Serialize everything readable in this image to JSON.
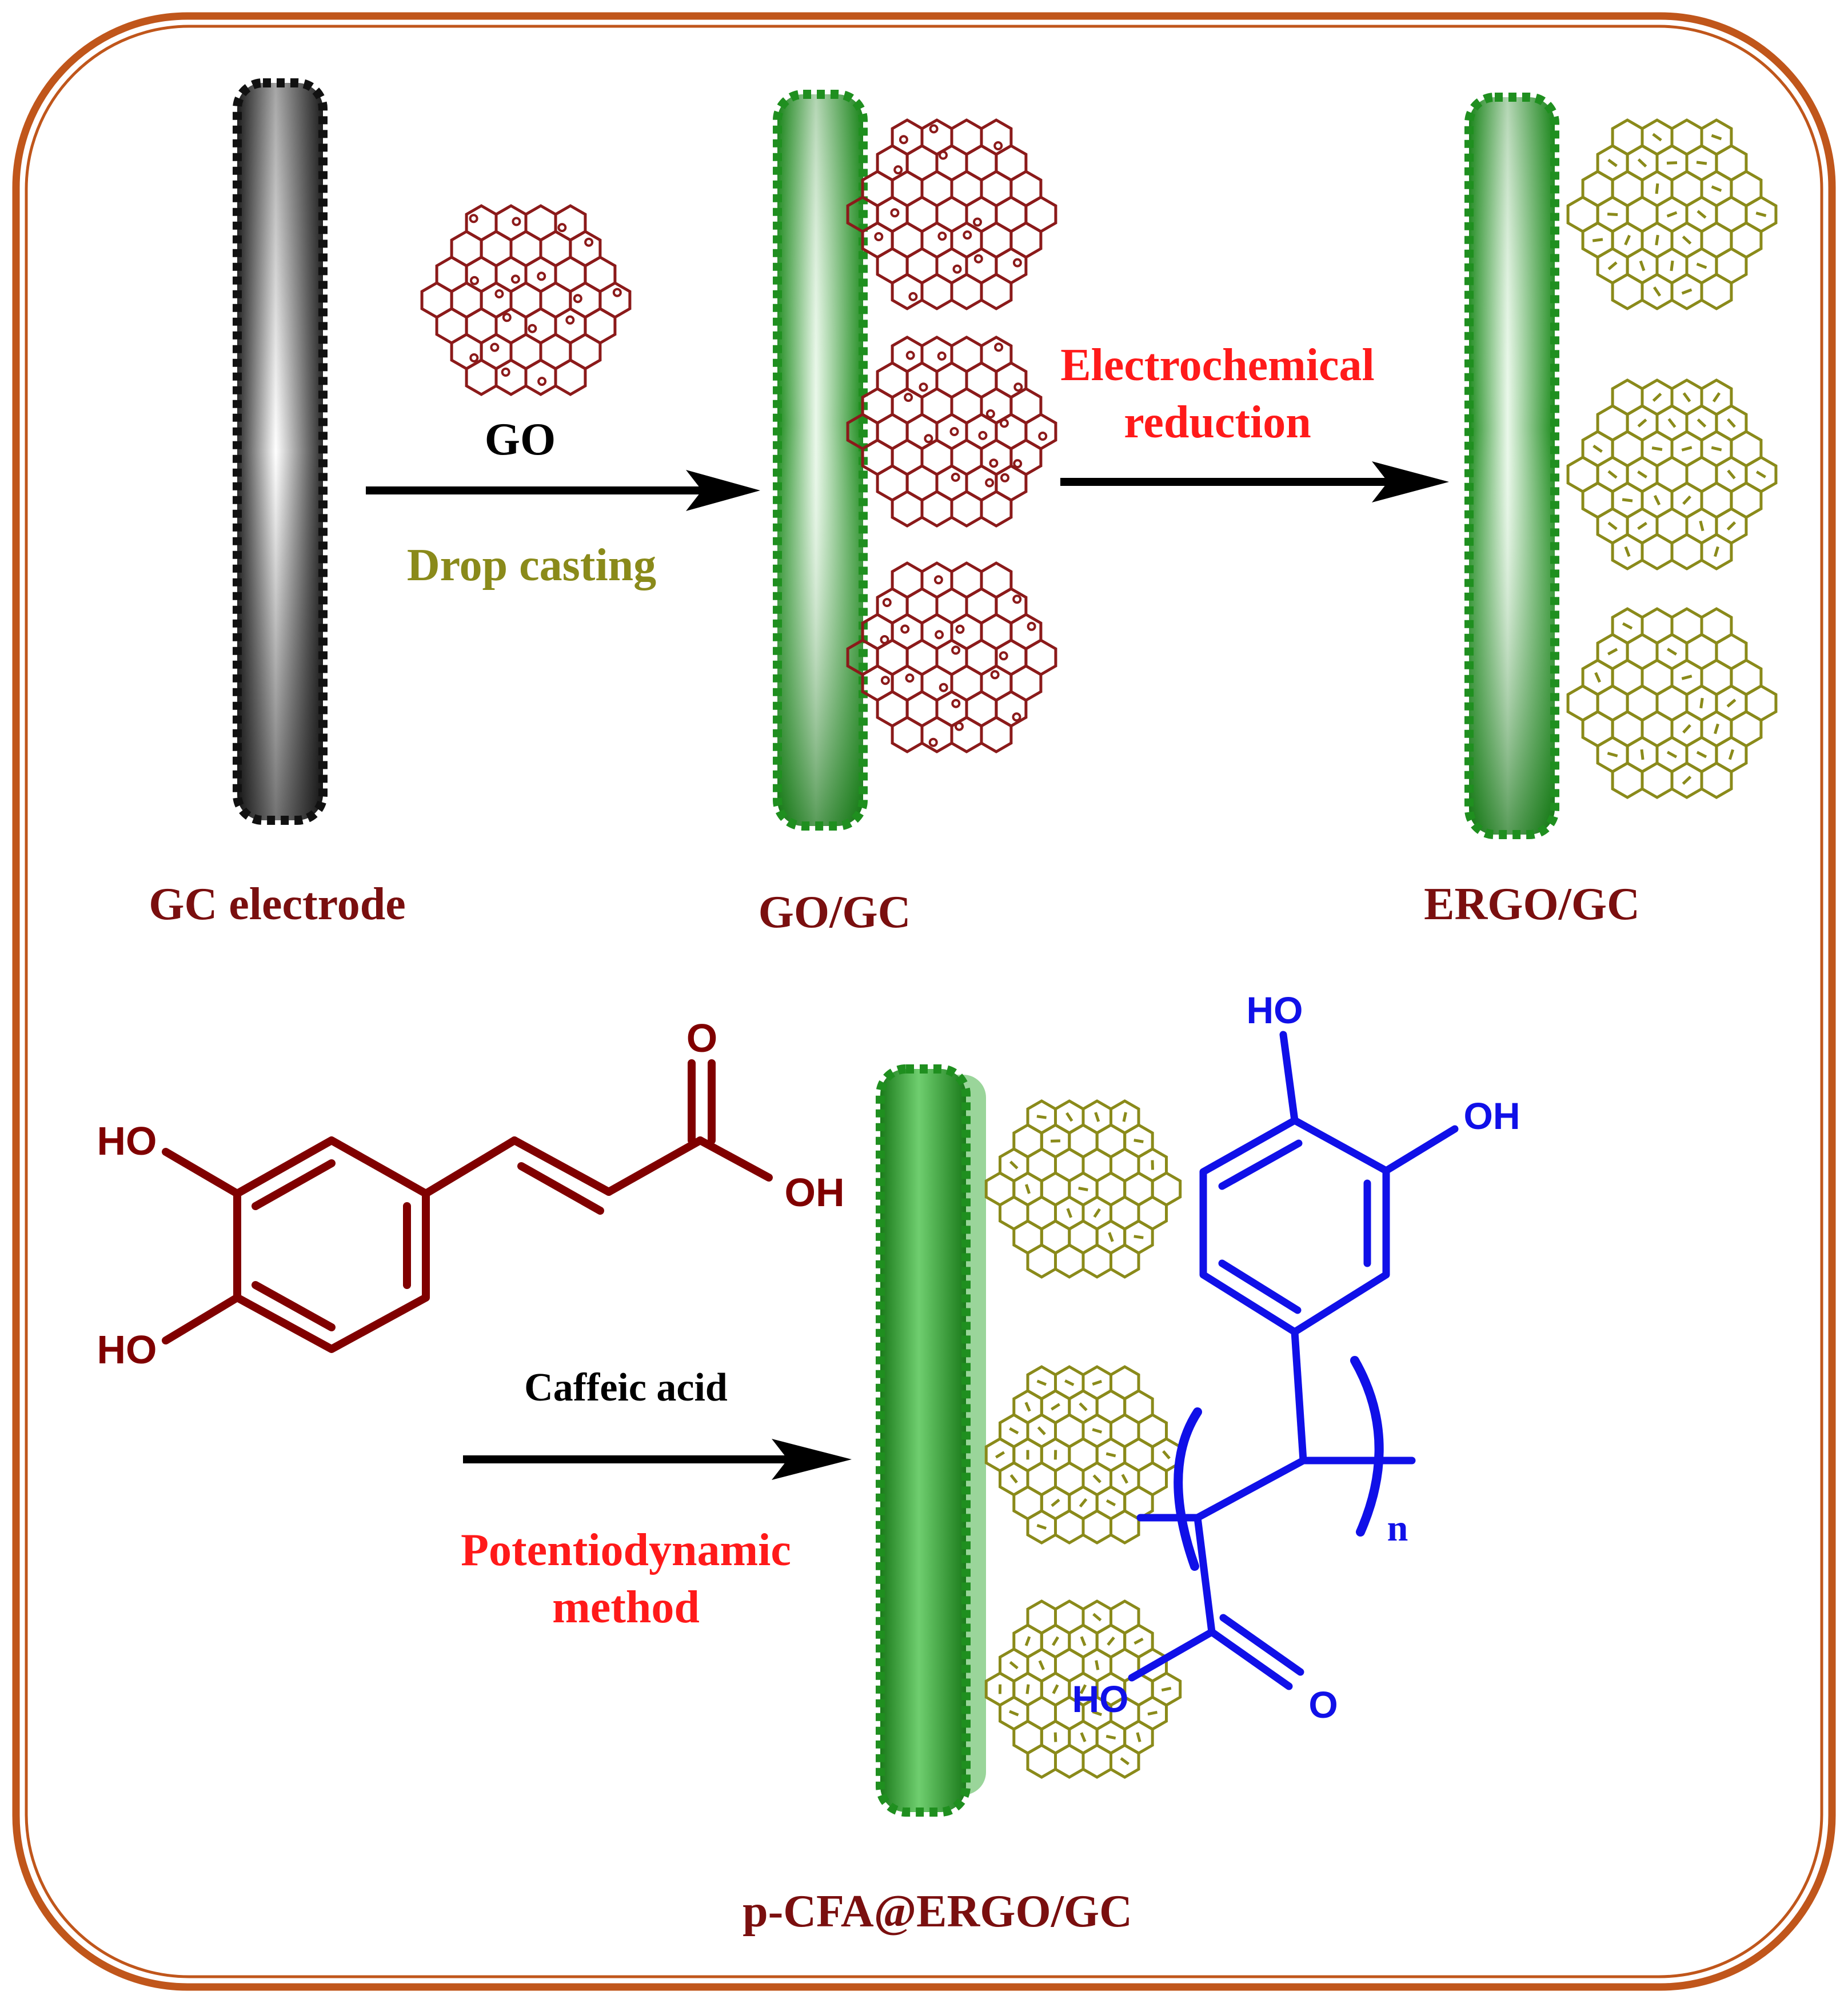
{
  "labels": {
    "step1_reagent": "GO",
    "step1_method": "Drop casting",
    "step2_method_line1": "Electrochemical",
    "step2_method_line2": "reduction",
    "step3_reagent": "Caffeic acid",
    "step3_method_line1": "Potentiodynamic",
    "step3_method_line2": "method",
    "electrode1": "GC electrode",
    "electrode2": "GO/GC",
    "electrode3": "ERGO/GC",
    "electrode4": "p-CFA@ERGO/GC"
  },
  "chem": {
    "caffeic_ho_top": "HO",
    "caffeic_ho_bottom": "HO",
    "caffeic_o": "O",
    "caffeic_oh": "OH",
    "poly_ho_top": "HO",
    "poly_oh": "OH",
    "poly_ho_acid": "HO",
    "poly_o": "O",
    "poly_n": "n"
  },
  "colors": {
    "frame": "#c0561b",
    "go_sheet": "#8b1a1a",
    "ergo_sheet": "#8a8a1a",
    "electrode_green": "#1f8f1f",
    "electrode_dark": "#111111",
    "red_text": "#ff1a1a",
    "olive_text": "#8a8a1a",
    "maroon_text": "#7a0f0f",
    "polymer_blue": "#1010e8",
    "caffeic_maroon": "#800000"
  },
  "icons": {
    "go_sheet": "graphene-oxide-sheet-icon",
    "ergo_sheet": "reduced-graphene-sheet-icon",
    "electrode": "electrode-rod-icon",
    "arrow": "reaction-arrow-icon"
  }
}
